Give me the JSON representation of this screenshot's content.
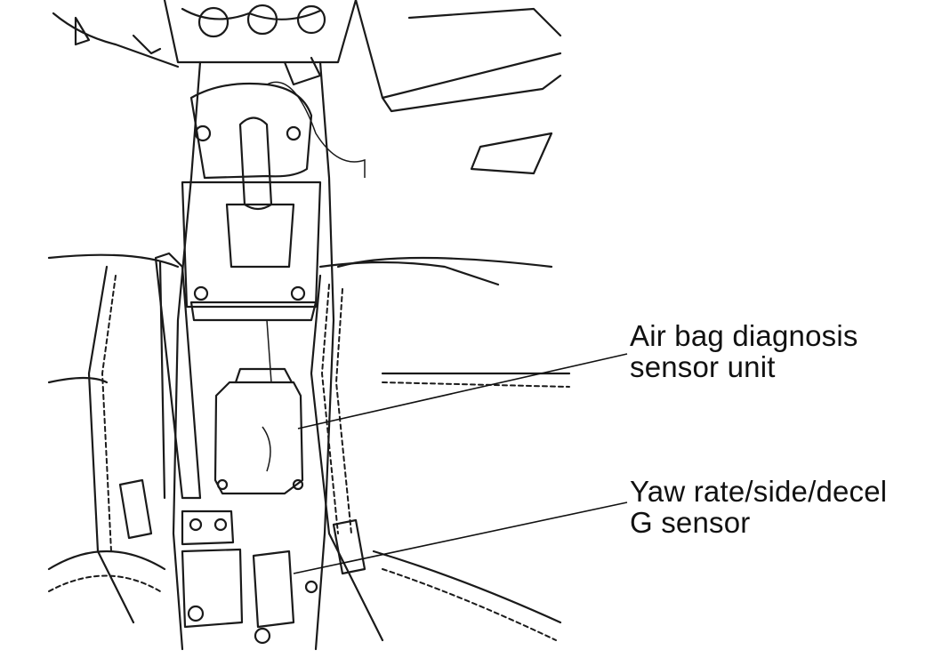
{
  "callouts": {
    "airbag_unit": {
      "line1": "Air bag diagnosis",
      "line2": "sensor unit"
    },
    "yaw_sensor": {
      "line1": "Yaw rate/side/decel",
      "line2": "G sensor"
    }
  },
  "colors": {
    "ink": "#1a1a1a",
    "background": "#ffffff"
  }
}
